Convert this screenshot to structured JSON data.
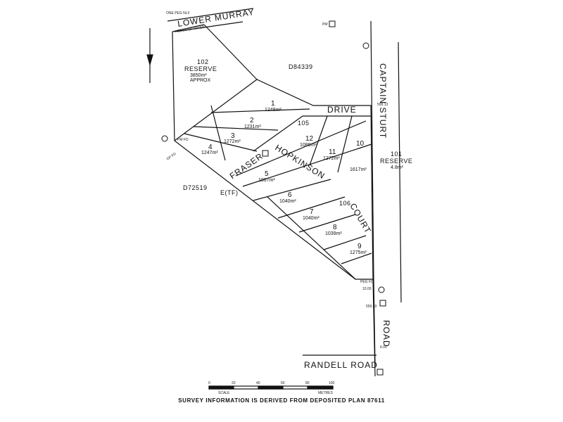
{
  "roads": {
    "lower_murray": "LOWER MURRAY",
    "captain_sturt": "CAPTAIN STURT",
    "drive": "DRIVE",
    "road": "ROAD",
    "randell_road": "RANDELL ROAD",
    "fraser": "FRASER",
    "hopkinson": "HOPKINSON",
    "court": "COURT"
  },
  "parcels": {
    "d84339": "D84339",
    "d72519": "D72519",
    "etf": "E(TF)",
    "reserve102": {
      "number": "102",
      "name": "RESERVE",
      "area": "3850m²",
      "approx": "APPROX"
    },
    "reserve101": {
      "number": "101",
      "name": "RESERVE",
      "area": "4.8m²"
    },
    "road105": "105",
    "road106": "106"
  },
  "lots": [
    {
      "number": "1",
      "area": "1249m²"
    },
    {
      "number": "2",
      "area": "1231m²"
    },
    {
      "number": "3",
      "area": "1272m²"
    },
    {
      "number": "4",
      "area": "1247m²"
    },
    {
      "number": "5",
      "area": "1067m²"
    },
    {
      "number": "6",
      "area": "1040m²"
    },
    {
      "number": "7",
      "area": "1040m²"
    },
    {
      "number": "8",
      "area": "1039m²"
    },
    {
      "number": "9",
      "area": "1275m²"
    },
    {
      "number": "10",
      "area": "1617m²"
    },
    {
      "number": "11",
      "area": "1272m²"
    },
    {
      "number": "12",
      "area": "1089m²"
    }
  ],
  "marks": {
    "one_peg_nlf": "ONE PEG NLF",
    "edge_of_river": "EDGE OF RIVER",
    "pm": "PM",
    "pm_fd": "PM FD",
    "gp_fd": "GP FD",
    "peg_fd": "PEG FD",
    "dist_559_03": "559.03",
    "dist_599_13": "599.13",
    "dist_6_00": "6.00",
    "dist_10_00": "10.00"
  },
  "scale": {
    "ticks": [
      "0",
      "20",
      "40",
      "60",
      "80",
      "100"
    ],
    "label_left": "SCALE",
    "label_right": "METRES"
  },
  "footer": "SURVEY INFORMATION IS DERIVED FROM DEPOSITED PLAN 87611"
}
